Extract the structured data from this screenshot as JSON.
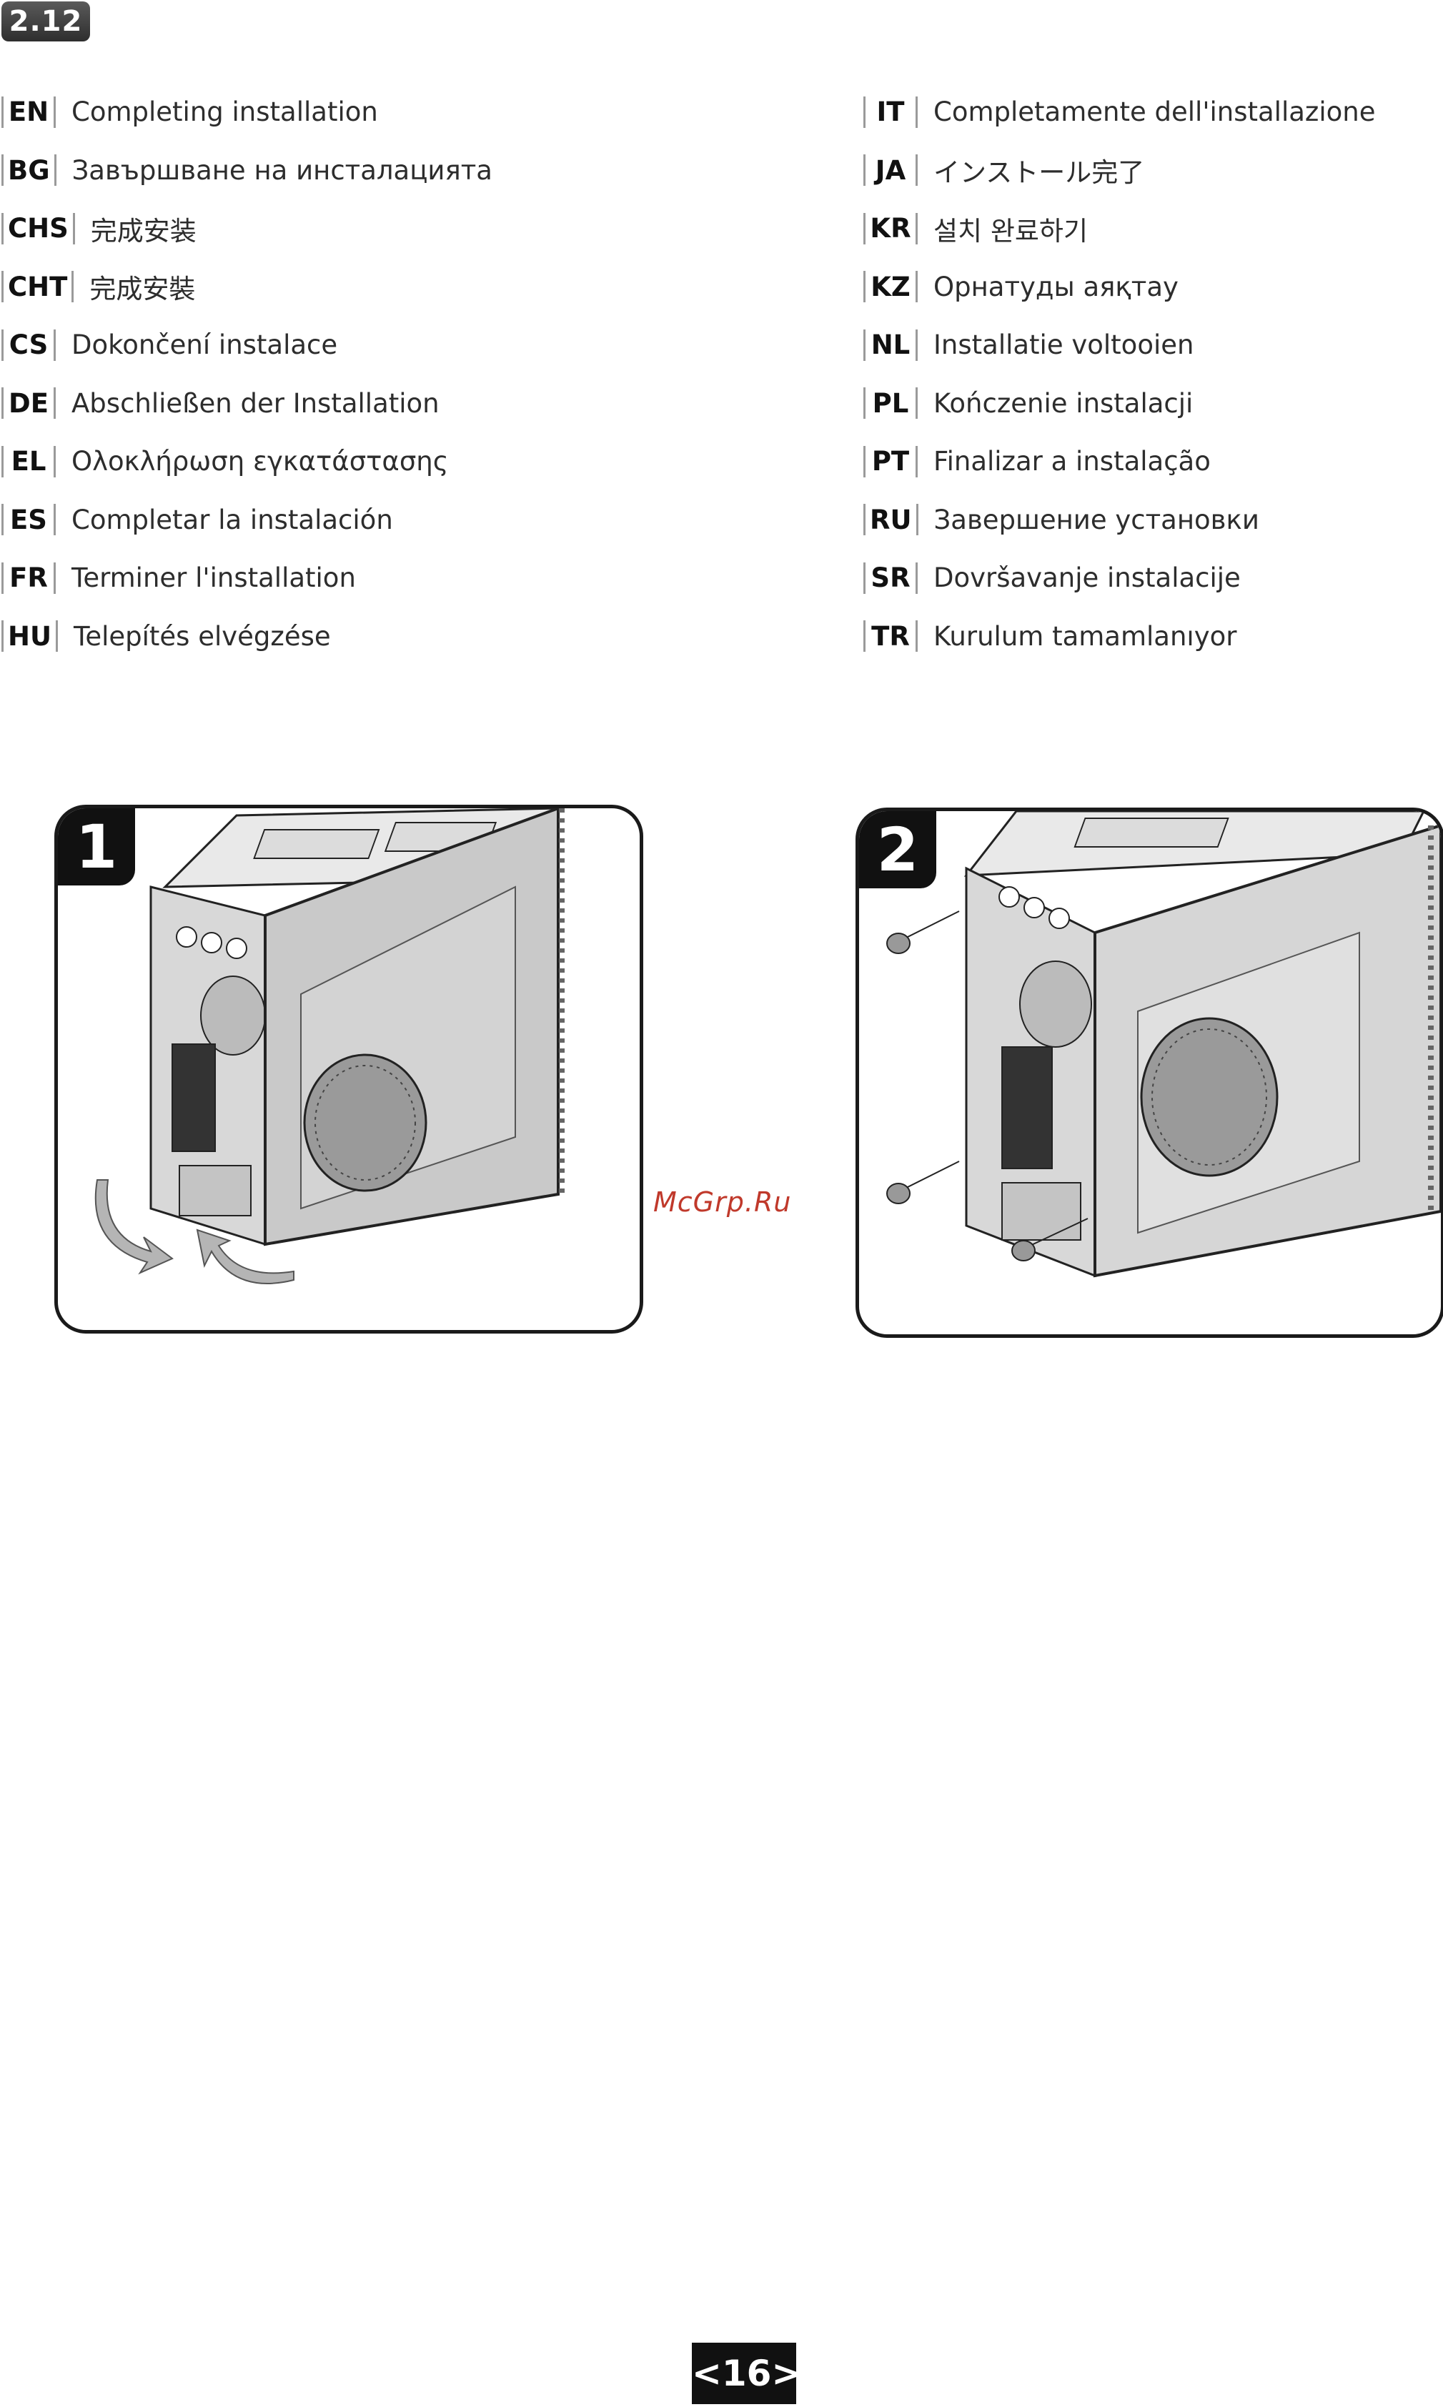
{
  "section": {
    "number": "2.12"
  },
  "languages": {
    "left": [
      {
        "code": "EN",
        "title": "Completing installation"
      },
      {
        "code": "BG",
        "title": "Завършване на инсталацията"
      },
      {
        "code": "CHS",
        "title": "完成安装"
      },
      {
        "code": "CHT",
        "title": "完成安裝"
      },
      {
        "code": "CS",
        "title": "Dokončení instalace"
      },
      {
        "code": "DE",
        "title": "Abschließen der Installation"
      },
      {
        "code": "EL",
        "title": "Ολοκλήρωση εγκατάστασης"
      },
      {
        "code": "ES",
        "title": "Completar la instalación"
      },
      {
        "code": "FR",
        "title": "Terminer l'installation"
      },
      {
        "code": "HU",
        "title": "Telepítés elvégzése"
      }
    ],
    "right": [
      {
        "code": "IT",
        "title": "Completamente dell'installazione"
      },
      {
        "code": "JA",
        "title": "インストール完了"
      },
      {
        "code": "KR",
        "title": "설치 완료하기"
      },
      {
        "code": "KZ",
        "title": "Орнатуды аяқтау"
      },
      {
        "code": "NL",
        "title": "Installatie voltooien"
      },
      {
        "code": "PL",
        "title": "Kończenie instalacji"
      },
      {
        "code": "PT",
        "title": "Finalizar a instalação"
      },
      {
        "code": "RU",
        "title": "Завершение установки"
      },
      {
        "code": "SR",
        "title": "Dovršavanje instalacije"
      },
      {
        "code": "TR",
        "title": "Kurulum tamamlanıyor"
      }
    ]
  },
  "figures": {
    "step1": {
      "number": "1",
      "icons": [
        "pc-case-icon",
        "rotate-arrow-icon"
      ]
    },
    "step2": {
      "number": "2",
      "icons": [
        "pc-case-icon",
        "thumbscrew-icon"
      ]
    }
  },
  "watermark": "McGrp.Ru",
  "page_number": "<16>",
  "colors": {
    "badge": "#3a3a3a",
    "watermark": "#c0392b",
    "ink": "#111111"
  }
}
